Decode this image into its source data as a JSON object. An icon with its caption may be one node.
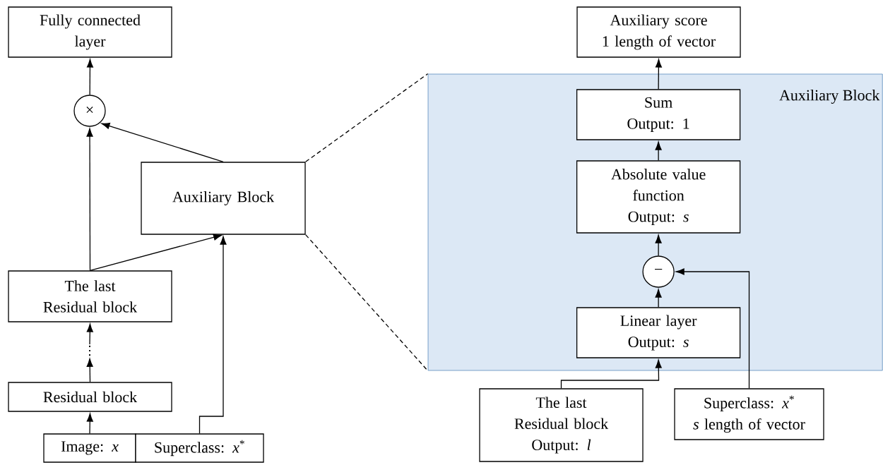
{
  "diagram": {
    "nodes": [
      {
        "text": [
          "Fully connected layer"
        ]
      },
      {
        "text": [
          "×"
        ]
      },
      {
        "text": [
          "Auxiliary Block"
        ]
      },
      {
        "text": [
          "The last Residual block"
        ]
      },
      {
        "text": [
          "⋮"
        ]
      },
      {
        "text": [
          "Residual block"
        ]
      },
      {
        "text": [
          "Image: *x*"
        ]
      },
      {
        "text": [
          "Superclass: *x*$^{*}$"
        ]
      },
      {
        "text": [
          "Auxiliary Block"
        ]
      },
      {
        "text": [
          "Auxiliary score",
          "1 length of vector"
        ]
      },
      {
        "text": [
          "Sum",
          "Output: 1"
        ],
        "in": 8
      },
      {
        "text": [
          "Absolute value function",
          "Output: *s*"
        ],
        "in": 8
      },
      {
        "text": [
          "−"
        ],
        "in": 8
      },
      {
        "text": [
          "Linear layer",
          "Output: *s*"
        ],
        "in": 8
      },
      {
        "text": [
          "The last Residual block",
          "Output: *l*"
        ]
      },
      {
        "text": [
          "Superclass: *x*$^{*}$",
          "*s* length of vector"
        ]
      }
    ],
    "edges": [
      {
        "from": 1,
        "to": 0,
        "arrow": "to"
      },
      {
        "from": 3,
        "to": 1,
        "arrow": "to"
      },
      {
        "from": 2,
        "to": 1,
        "arrow": "to"
      },
      {
        "from": 3,
        "to": 2,
        "arrow": "to"
      },
      {
        "from": 7,
        "to": 2,
        "arrow": "to"
      },
      {
        "from": 6,
        "to": 5,
        "arrow": "to"
      },
      {
        "from": 5,
        "to": 4,
        "arrow": "to"
      },
      {
        "from": 4,
        "to": 3,
        "arrow": "to"
      },
      {
        "from": 10,
        "to": 9,
        "arrow": "to"
      },
      {
        "from": 11,
        "to": 10,
        "arrow": "to"
      },
      {
        "from": 12,
        "to": 11,
        "arrow": "to"
      },
      {
        "from": 13,
        "to": 12,
        "arrow": "to"
      },
      {
        "from": 14,
        "to": 13,
        "arrow": "to"
      },
      {
        "from": 15,
        "to": 12,
        "arrow": "to"
      },
      {
        "from": 2,
        "to": 8,
        "arrow": "none",
        "style": "dashed"
      },
      {
        "from": 2,
        "to": 8,
        "arrow": "none",
        "style": "dashed"
      }
    ]
  }
}
